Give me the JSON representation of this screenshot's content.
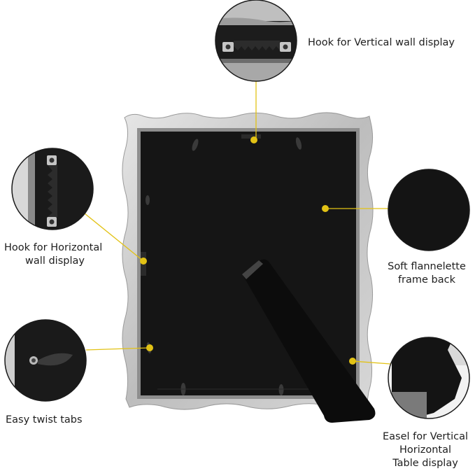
{
  "colors": {
    "accent": "#e2c215",
    "frame_silver": "#c9c9c9",
    "backing": "#141414",
    "circle_border": "#1a1a1a"
  },
  "callouts": {
    "vertical_hook": {
      "label": "Hook for Vertical wall display"
    },
    "horizontal_hook": {
      "line1": "Hook for Horizontal",
      "line2": "wall display"
    },
    "flannelette": {
      "line1": "Soft flannelette",
      "line2": "frame back"
    },
    "twist_tabs": {
      "label": "Easy twist tabs"
    },
    "easel": {
      "line1": "Easel for Vertical",
      "line2": "Horizontal",
      "line3": "Table display"
    }
  }
}
